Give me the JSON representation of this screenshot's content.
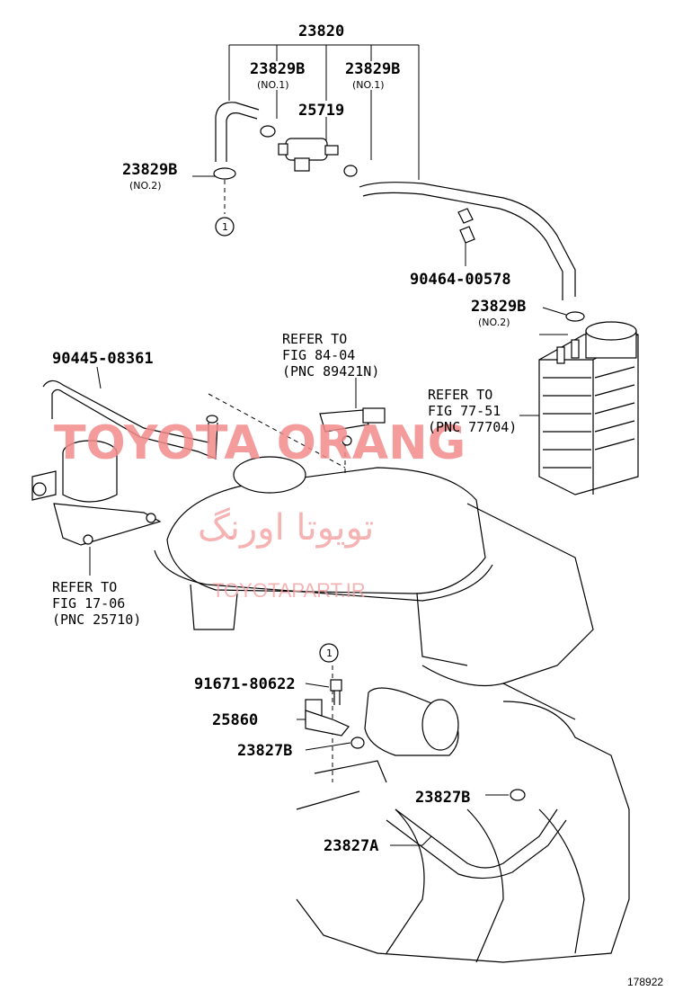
{
  "labels": {
    "l23820": "23820",
    "l23829B_a": "23829B",
    "no1_a": "(NO.1)",
    "l23829B_b": "23829B",
    "no1_b": "(NO.1)",
    "l25719": "25719",
    "l23829B_c": "23829B",
    "no2_c": "(NO.2)",
    "l90464": "90464-00578",
    "l23829B_d": "23829B",
    "no2_d": "(NO.2)",
    "l90445": "90445-08361",
    "refer84_1": "REFER TO",
    "refer84_2": "FIG 84-04",
    "refer84_3": "(PNC 89421N)",
    "refer77_1": "REFER TO",
    "refer77_2": "FIG 77-51",
    "refer77_3": "(PNC 77704)",
    "refer17_1": "REFER TO",
    "refer17_2": "FIG 17-06",
    "refer17_3": "(PNC 25710)",
    "l91671": "91671-80622",
    "l25860": "25860",
    "l23827B_a": "23827B",
    "l23827B_b": "23827B",
    "l23827A": "23827A",
    "circle1_a": "1",
    "circle1_b": "1",
    "figure_number": "178922"
  },
  "watermarks": {
    "main": "TOYOTA ORANG",
    "persian": "تویوتا اورنگ",
    "site": "TOYOTAPART.IR"
  }
}
